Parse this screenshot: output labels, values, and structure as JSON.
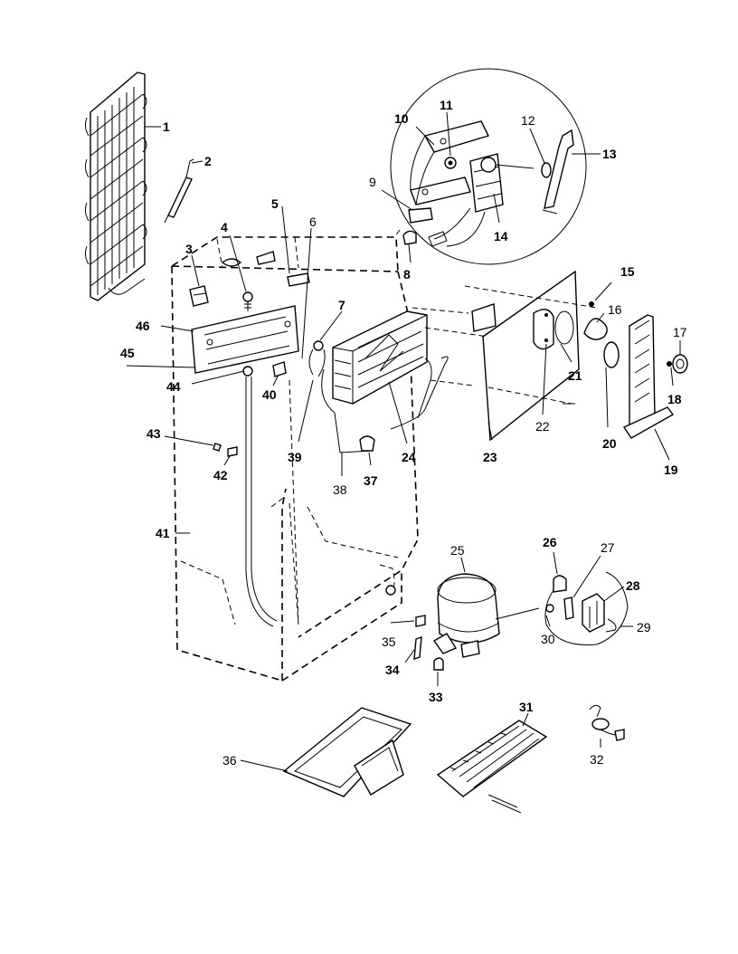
{
  "labels": {
    "p1": "1",
    "p2": "2",
    "p3": "3",
    "p4": "4",
    "p5": "5",
    "p6": "6",
    "p7": "7",
    "p8": "8",
    "p9": "9",
    "p10": "10",
    "p11": "11",
    "p12": "12",
    "p13": "13",
    "p14": "14",
    "p15": "15",
    "p16": "16",
    "p17": "17",
    "p18": "18",
    "p19": "19",
    "p20": "20",
    "p21": "21",
    "p22": "22",
    "p23": "23",
    "p24": "24",
    "p25": "25",
    "p26": "26",
    "p27": "27",
    "p28": "28",
    "p29": "29",
    "p30": "30",
    "p31": "31",
    "p32": "32",
    "p33": "33",
    "p34": "34",
    "p35": "35",
    "p36": "36",
    "p37": "37",
    "p38": "38",
    "p39": "39",
    "p40": "40",
    "p41": "41",
    "p42": "42",
    "p43": "43",
    "p44": "44",
    "p45": "45",
    "p46": "46"
  }
}
